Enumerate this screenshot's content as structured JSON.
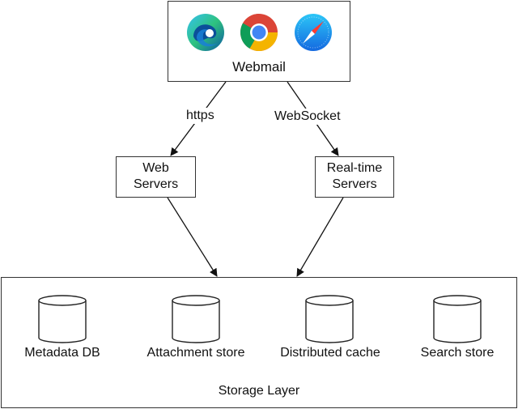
{
  "client": {
    "label": "Webmail",
    "browsers": [
      {
        "name": "Microsoft Edge",
        "icon": "edge-browser-icon"
      },
      {
        "name": "Google Chrome",
        "icon": "chrome-browser-icon"
      },
      {
        "name": "Safari",
        "icon": "safari-browser-icon"
      }
    ]
  },
  "edges": {
    "https": "https",
    "websocket": "WebSocket"
  },
  "servers": {
    "web": {
      "line1": "Web",
      "line2": "Servers"
    },
    "realtime": {
      "line1": "Real-time",
      "line2": "Servers"
    }
  },
  "storage": {
    "label": "Storage Layer",
    "stores": [
      {
        "label": "Metadata DB"
      },
      {
        "label": "Attachment store"
      },
      {
        "label": "Distributed cache"
      },
      {
        "label": "Search store"
      }
    ]
  }
}
